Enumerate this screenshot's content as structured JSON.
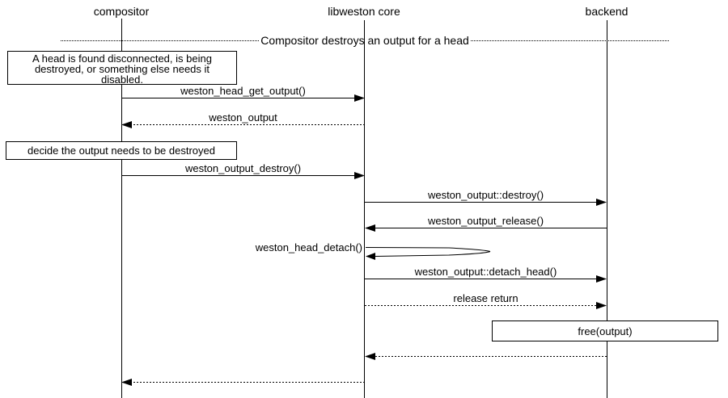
{
  "diagram": {
    "title_context": "sequence diagram",
    "colors": {
      "line": "#000000",
      "background": "#ffffff"
    },
    "actors": [
      {
        "label": "compositor"
      },
      {
        "label": "libweston core"
      },
      {
        "label": "backend"
      }
    ],
    "divider": {
      "label": "Compositor destroys an output for a head"
    },
    "notes": [
      {
        "lines": [
          "A head is found disconnected, is being",
          "destroyed, or something else needs it",
          "disabled."
        ]
      },
      {
        "text": "decide the output needs to be destroyed"
      },
      {
        "text": "free(output)"
      }
    ],
    "messages": [
      {
        "label": "weston_head_get_output()",
        "from": "compositor",
        "to": "libweston core",
        "style": "solid"
      },
      {
        "label": "weston_output",
        "from": "libweston core",
        "to": "compositor",
        "style": "dotted"
      },
      {
        "label": "weston_output_destroy()",
        "from": "compositor",
        "to": "libweston core",
        "style": "solid"
      },
      {
        "label": "weston_output::destroy()",
        "from": "libweston core",
        "to": "backend",
        "style": "solid"
      },
      {
        "label": "weston_output_release()",
        "from": "backend",
        "to": "libweston core",
        "style": "solid"
      },
      {
        "label": "weston_head_detach()",
        "from": "libweston core",
        "to": "libweston core",
        "style": "self"
      },
      {
        "label": "weston_output::detach_head()",
        "from": "libweston core",
        "to": "backend",
        "style": "solid"
      },
      {
        "label": "release return",
        "from": "libweston core",
        "to": "backend",
        "style": "dotted"
      },
      {
        "label": "",
        "from": "backend",
        "to": "libweston core",
        "style": "dotted"
      },
      {
        "label": "",
        "from": "libweston core",
        "to": "compositor",
        "style": "dotted"
      }
    ]
  }
}
